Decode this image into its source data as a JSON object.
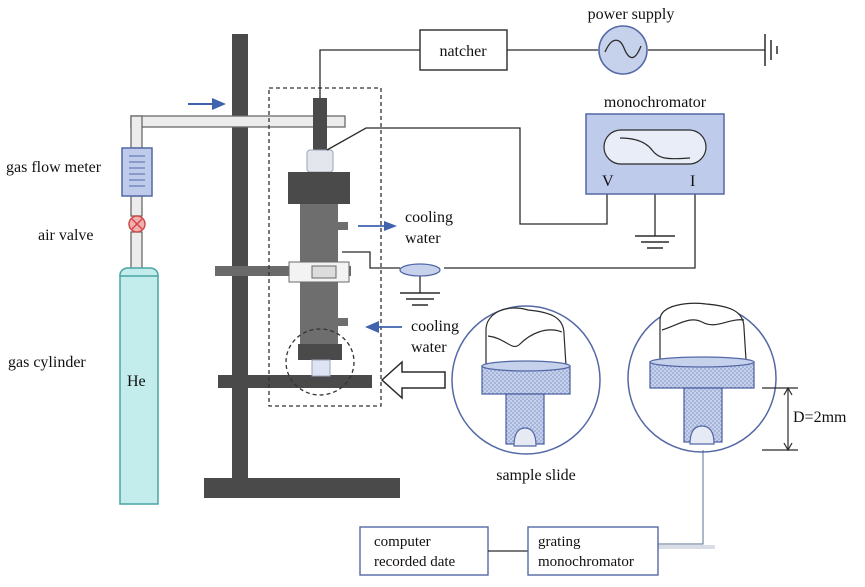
{
  "labels": {
    "natcher": "natcher",
    "power_supply": "power supply",
    "monochromator": "monochromator",
    "mono_v": "V",
    "mono_i": "I",
    "gas_flow_meter": "gas flow meter",
    "air_valve": "air valve",
    "gas_cylinder": "gas cylinder",
    "he": "He",
    "cooling_water_1": [
      "cooling",
      "water"
    ],
    "cooling_water_2": [
      "cooling",
      "water"
    ],
    "sample_slide": "sample slide",
    "dimension": "D=2mm",
    "computer": [
      "computer",
      "recorded date"
    ],
    "grating": [
      "grating",
      "monochromator"
    ]
  },
  "colors": {
    "line": "#2b2b2b",
    "stand": "#4a4a4a",
    "arrow": "#3f63ad",
    "blue_panel": "#bfcbea",
    "blue_stroke": "#5468a6",
    "cylinder": "#c3ecec",
    "cylinder_stroke": "#4aa3a3",
    "valve": "#e06060"
  }
}
